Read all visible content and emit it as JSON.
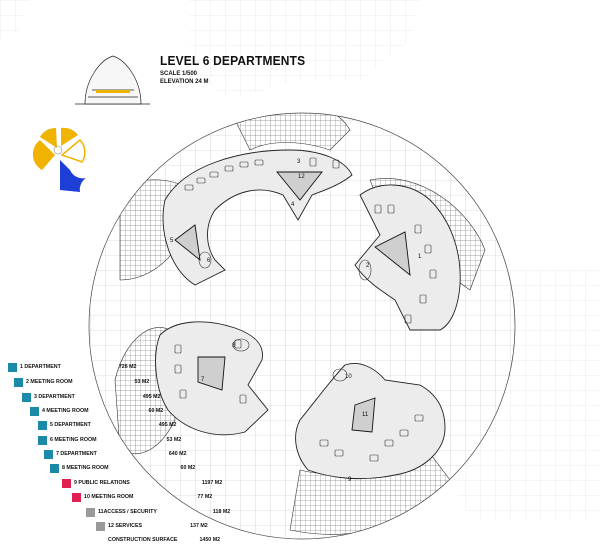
{
  "header": {
    "title": "LEVEL 6  DEPARTMENTS",
    "scale": "SCALE 1/500",
    "elevation": "ELEVATION 24 M"
  },
  "colors": {
    "department": "#1a8aa8",
    "public_relations": "#e0204e",
    "access_services": "#9a9a9a",
    "key_plan_yellow": "#f0b400",
    "key_plan_blue": "#1d3fd6"
  },
  "room_labels": [
    "1",
    "2",
    "3",
    "4",
    "5",
    "6",
    "7",
    "8",
    "9",
    "10",
    "11",
    "12"
  ],
  "legend": [
    {
      "label": "1 DEPARTMENT",
      "area": "726 M2",
      "color": "#1a8aa8"
    },
    {
      "label": "2 MEETING ROOM",
      "area": "53 M2",
      "color": "#1a8aa8"
    },
    {
      "label": "3 DEPARTMENT",
      "area": "495 M2",
      "color": "#1a8aa8"
    },
    {
      "label": "4 MEETING ROOM",
      "area": "60 M2",
      "color": "#1a8aa8"
    },
    {
      "label": "5 DEPARTMENT",
      "area": "495 M2",
      "color": "#1a8aa8"
    },
    {
      "label": "6 MEETING ROOM",
      "area": "53 M2",
      "color": "#1a8aa8"
    },
    {
      "label": "7 DEPARTMENT",
      "area": "640 M2",
      "color": "#1a8aa8"
    },
    {
      "label": "8 MEETING ROOM",
      "area": "60 M2",
      "color": "#1a8aa8"
    },
    {
      "label": "9 PUBLIC RELATIONS",
      "area": "1197 M2",
      "color": "#e0204e"
    },
    {
      "label": "10 MEETING ROOM",
      "area": "77 M2",
      "color": "#e0204e"
    },
    {
      "label": "11ACCESS / SECURITY",
      "area": "118 M2",
      "color": "#9a9a9a"
    },
    {
      "label": "12 SERVICES",
      "area": "137 M2",
      "color": "#9a9a9a"
    }
  ],
  "total": {
    "label": "CONSTRUCTION SURFACE",
    "area": "1450 M2"
  }
}
